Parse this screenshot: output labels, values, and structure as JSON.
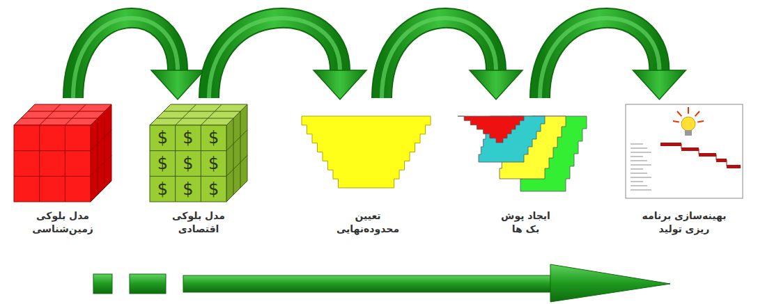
{
  "diagram": {
    "nodes": [
      {
        "text": [
          "مدل بلوکی زمین‌شناسی"
        ]
      },
      {
        "text": [
          "مدل بلوکی اقتصادی"
        ]
      },
      {
        "text": [
          "تعیین محدوده‌نهایی"
        ]
      },
      {
        "text": [
          "ایجاد پوش بک ها"
        ]
      },
      {
        "text": [
          "بهینه‌سازی برنامه ریزی تولید"
        ]
      }
    ],
    "edges": [
      {
        "from": 0,
        "to": 1,
        "arrow": "to"
      },
      {
        "from": 1,
        "to": 2,
        "arrow": "to"
      },
      {
        "from": 2,
        "to": 3,
        "arrow": "to"
      },
      {
        "from": 3,
        "to": 4,
        "arrow": "to"
      }
    ],
    "labels": [
      "$",
      "$",
      "$",
      "$",
      "$",
      "$",
      "$",
      "$",
      "$"
    ]
  }
}
